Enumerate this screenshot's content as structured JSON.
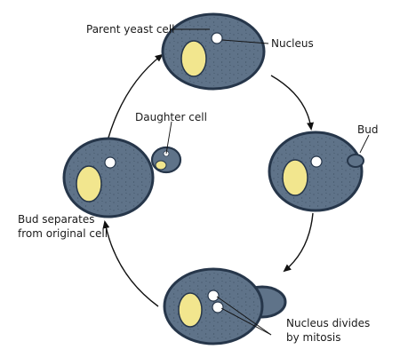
{
  "labels": {
    "parent": "Parent yeast cell",
    "nucleus": "Nucleus",
    "bud": "Bud",
    "daughter": "Daughter cell",
    "separates_line1": "Bud separates",
    "separates_line2": "from original cell",
    "divides_line1": "Nucleus divides",
    "divides_line2": "by mitosis"
  },
  "colors": {
    "cell_fill": "#5f7389",
    "cell_stroke": "#26364a",
    "vacuole": "#f2e68e",
    "nucleus": "#ffffff",
    "arrow": "#111111"
  }
}
